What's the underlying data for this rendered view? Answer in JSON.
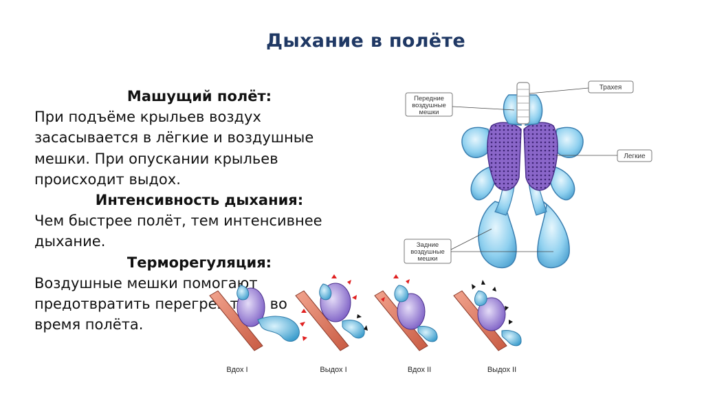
{
  "slide": {
    "title": "Дыхание в полёте",
    "sections": [
      {
        "heading": "Машущий полёт:",
        "body": "При подъёме крыльев воздух\nзасасывается в лёгкие и воздушные\nмешки. При опускании крыльев\nпроисходит выдох."
      },
      {
        "heading": "Интенсивность дыхания:",
        "body": "Чем быстрее полёт, тем интенсивнее\nдыхание."
      },
      {
        "heading": "Терморегуляция:",
        "body": " Воздушные мешки помогают\nпредотвратить перегрев тела во\nвремя полёта."
      }
    ]
  },
  "diagram": {
    "labels": {
      "front_sacs_1": "Передние",
      "front_sacs_2": "воздушные",
      "front_sacs_3": "мешки",
      "trachea": "Трахея",
      "lungs": "Легкие",
      "rear_sacs_1": "Задние",
      "rear_sacs_2": "воздушные",
      "rear_sacs_3": "мешки"
    }
  },
  "phases": {
    "captions": [
      "Вдох I",
      "Выдох I",
      "Вдох II",
      "Выдох II"
    ]
  },
  "colors": {
    "title": "#1f3864",
    "sac_blue": "#7fc6e8",
    "lung_purple": "#9b7fd0",
    "trachea_orange": "#e8826a",
    "arrow_red": "#e02020"
  }
}
